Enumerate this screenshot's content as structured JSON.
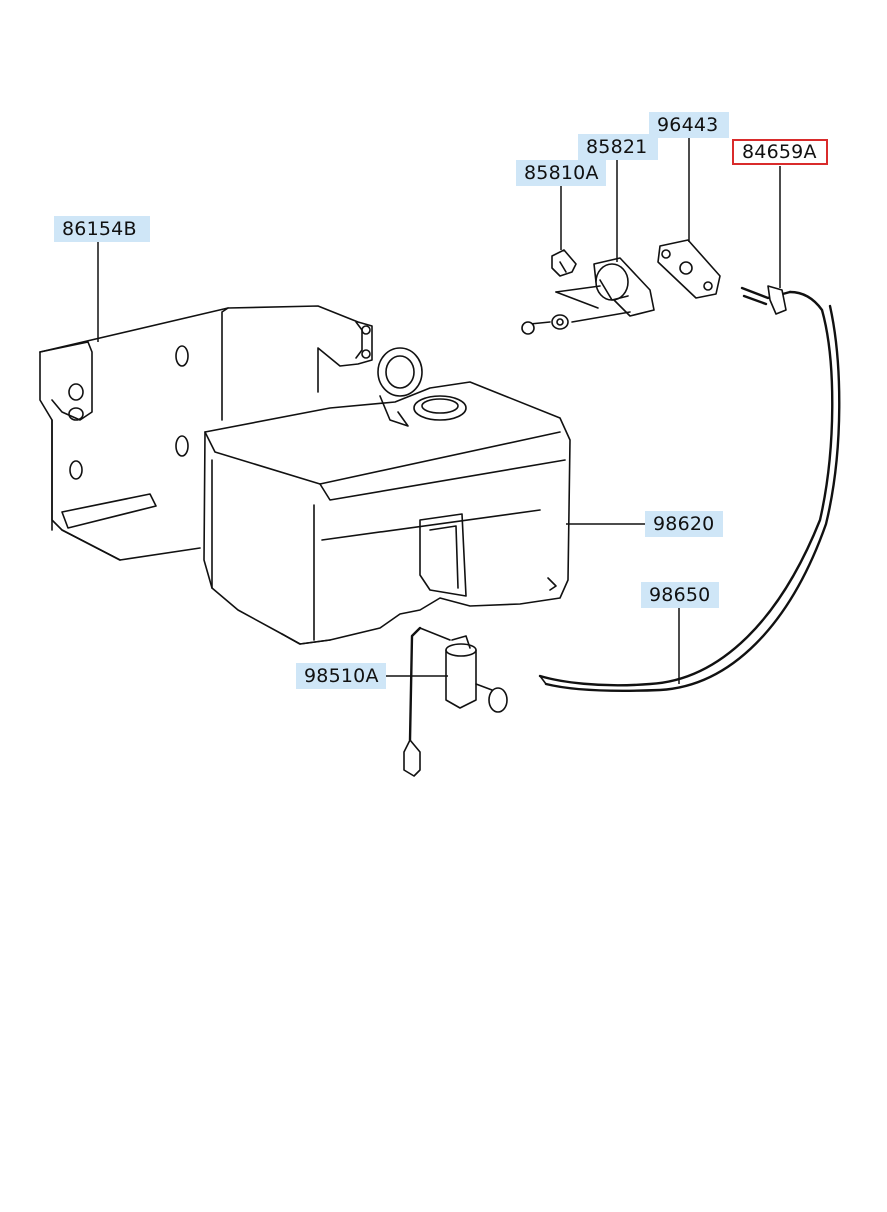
{
  "colors": {
    "label_background": "#cfe6f7",
    "selected_border": "#d92b2b",
    "line": "#111111"
  },
  "parts": [
    {
      "id": "p86154B",
      "number": "86154B",
      "selected": false
    },
    {
      "id": "p85810A",
      "number": "85810A",
      "selected": false
    },
    {
      "id": "p85821",
      "number": "85821",
      "selected": false
    },
    {
      "id": "p96443",
      "number": "96443",
      "selected": false
    },
    {
      "id": "p84659A",
      "number": "84659A",
      "selected": true
    },
    {
      "id": "p98620",
      "number": "98620",
      "selected": false
    },
    {
      "id": "p98650",
      "number": "98650",
      "selected": false
    },
    {
      "id": "p98510A",
      "number": "98510A",
      "selected": false
    }
  ]
}
